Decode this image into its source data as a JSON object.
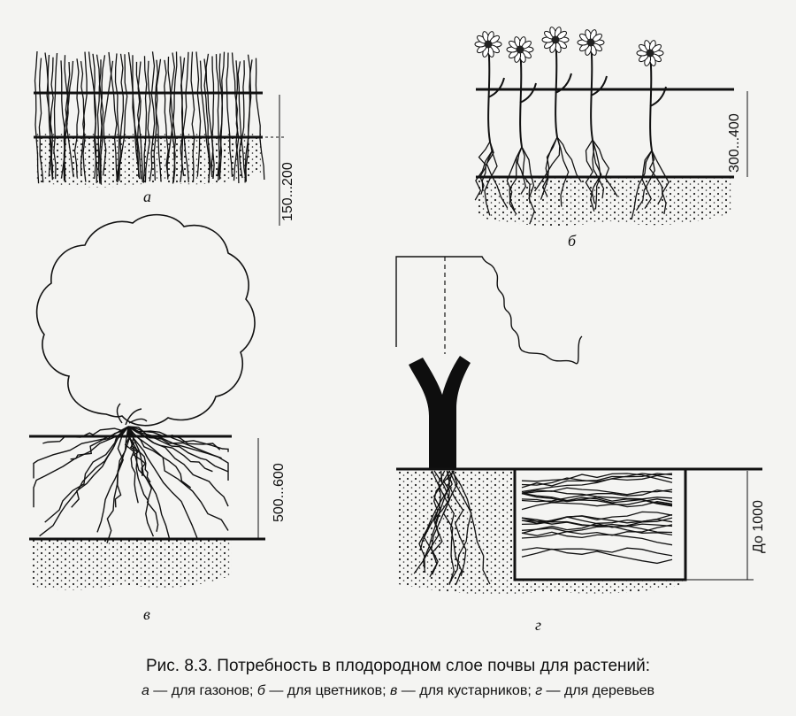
{
  "labels": {
    "a": "а",
    "b": "б",
    "v": "в",
    "g": "г"
  },
  "dimensions": {
    "lawn": "150...200",
    "flowerbed": "300...400",
    "shrubs": "500...600",
    "trees": "До 1000"
  },
  "caption": {
    "title": "Рис. 8.3. Потребность в плодородном слое почвы для растений:",
    "items": [
      {
        "letter": "а",
        "text": " — для газонов; "
      },
      {
        "letter": "б",
        "text": " — для цветников; "
      },
      {
        "letter": "в",
        "text": " — для кустарников; "
      },
      {
        "letter": "г",
        "text": " — для деревьев"
      }
    ]
  }
}
